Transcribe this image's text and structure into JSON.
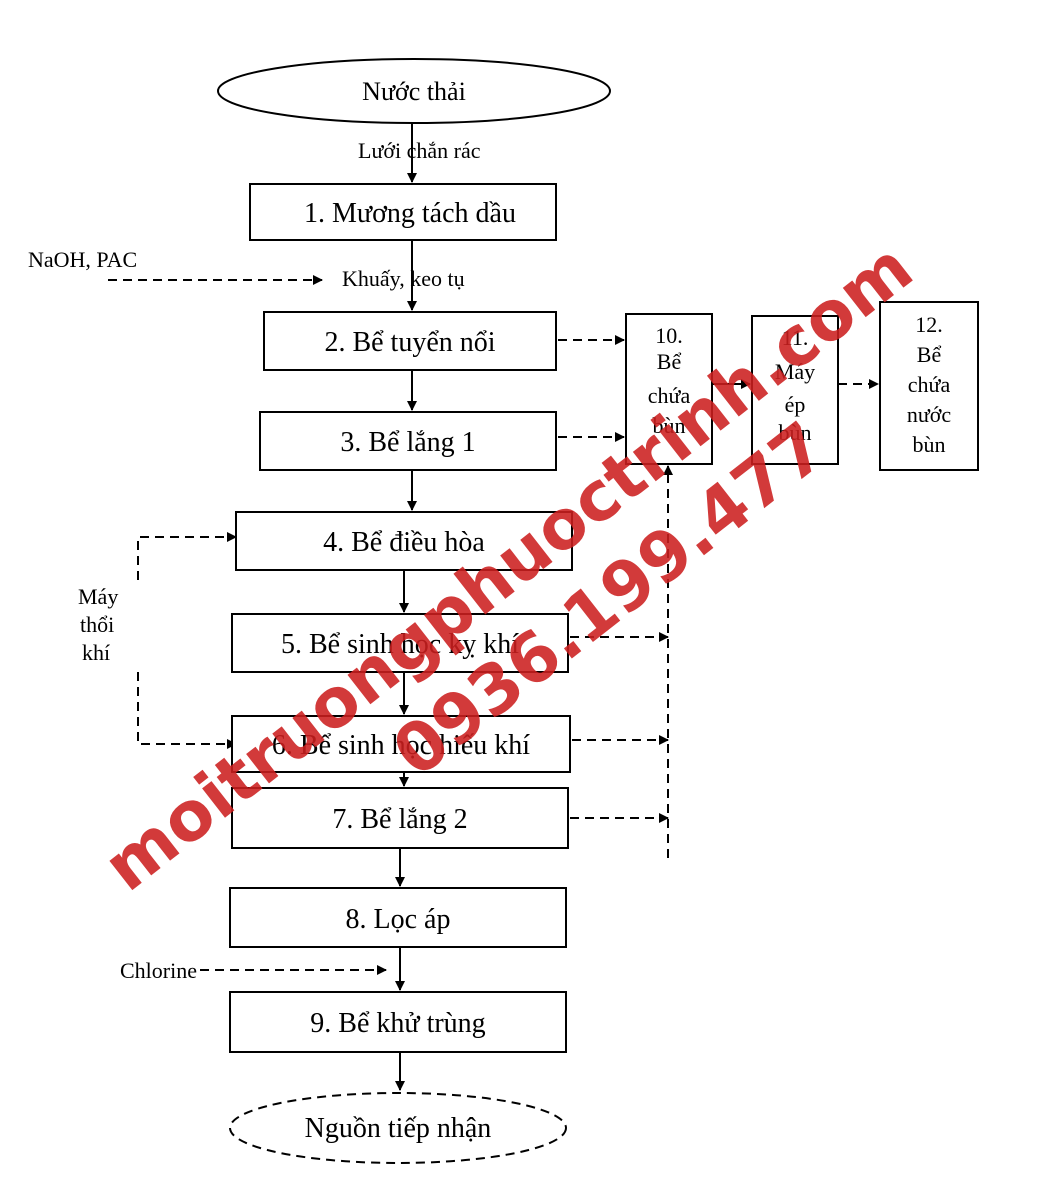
{
  "nodes": {
    "source": "Nước thải",
    "n1": "1.  Mương tách dầu",
    "n2": "2. Bể tuyển nổi",
    "n3": "3. Bể lắng 1",
    "n4": "4. Bể điều hòa",
    "n5": "5. Bể sinh học kỵ khí",
    "n6": "6. Bể sinh học hiếu khí",
    "n7": "7. Bể lắng 2",
    "n8": "8. Lọc áp",
    "n9": "9. Bể khử trùng",
    "n10": [
      "10.",
      "Bể",
      "chứa",
      "bùn"
    ],
    "n11": [
      "11.",
      "Máy",
      "ép",
      "bùn"
    ],
    "n12": [
      "12.",
      "Bể",
      "chứa",
      "nước",
      "bùn"
    ],
    "sink": "Nguồn tiếp nhận"
  },
  "labels": {
    "screen": "Lưới chắn rác",
    "chemicals": "NaOH, PAC",
    "mixing": "Khuấy, keo tụ",
    "blower": [
      "Máy",
      "thổi",
      "khí"
    ],
    "chlorine": "Chlorine"
  },
  "watermark": {
    "line1": "moitruongphuoctrinh.com",
    "line2": "0936.199.477"
  }
}
